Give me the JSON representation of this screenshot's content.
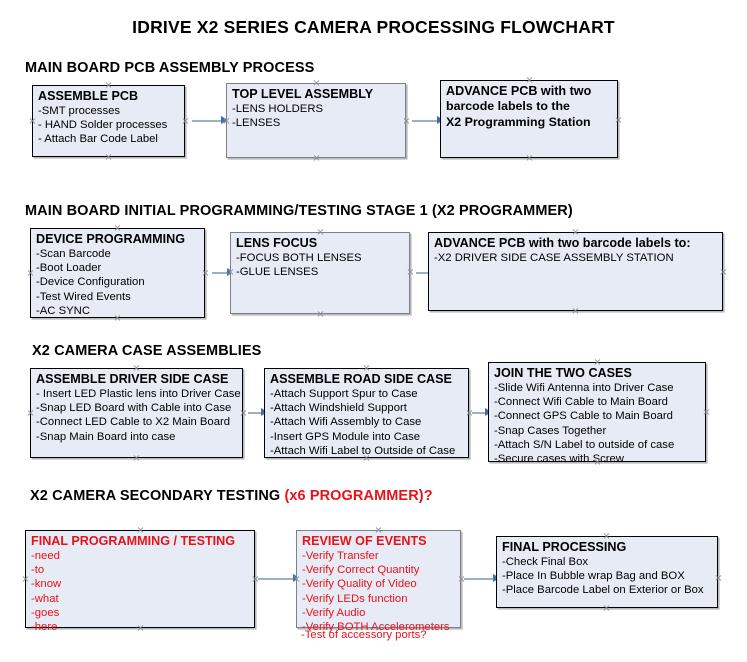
{
  "title": "IDRIVE X2  SERIES CAMERA PROCESSING FLOWCHART",
  "colors": {
    "box_fill": "#e6ebf6",
    "box_border": "#000000",
    "box_border_gray": "#7d8088",
    "red_text": "#e8121a",
    "connector": "#9bb1cb",
    "arrowhead": "#4472a8",
    "handle": "#8c8c94"
  },
  "sections": [
    {
      "id": "pcb-assembly",
      "heading": "MAIN BOARD PCB ASSEMBLY PROCESS",
      "heading_red": "",
      "nodes": [
        {
          "id": "assemble-pcb",
          "title": "ASSEMBLE PCB",
          "lines": [
            "-SMT processes",
            "- HAND Solder processes",
            "- Attach Bar Code Label"
          ],
          "bold_lines": false,
          "red": false,
          "border": "black"
        },
        {
          "id": "top-level-assembly",
          "title": "TOP LEVEL ASSEMBLY",
          "lines": [
            "-LENS HOLDERS",
            "-LENSES"
          ],
          "bold_lines": false,
          "red": false,
          "border": "gray"
        },
        {
          "id": "advance-pcb-programming-station",
          "title": "ADVANCE PCB with two",
          "lines": [
            "barcode labels to the",
            " X2 Programming Station"
          ],
          "bold_lines": true,
          "red": false,
          "border": "black"
        }
      ]
    },
    {
      "id": "initial-programming",
      "heading": "MAIN BOARD INITIAL PROGRAMMING/TESTING STAGE 1 (X2 PROGRAMMER)",
      "heading_red": "",
      "nodes": [
        {
          "id": "device-programming",
          "title": "DEVICE PROGRAMMING",
          "lines": [
            "-Scan Barcode",
            "-Boot Loader",
            "-Device Configuration",
            "-Test Wired Events",
            "-AC SYNC"
          ],
          "bold_lines": false,
          "red": false,
          "border": "black"
        },
        {
          "id": "lens-focus",
          "title": "LENS FOCUS",
          "lines": [
            "-FOCUS BOTH LENSES",
            "-GLUE LENSES"
          ],
          "bold_lines": false,
          "red": false,
          "border": "gray"
        },
        {
          "id": "advance-pcb-driver-side-station",
          "title": "ADVANCE PCB with two barcode labels to:",
          "lines": [
            "-X2 DRIVER  SIDE  CASE  ASSEMBLY STATION"
          ],
          "bold_lines": false,
          "red": false,
          "border": "black"
        }
      ]
    },
    {
      "id": "case-assemblies",
      "heading": "X2 CAMERA CASE ASSEMBLIES",
      "heading_red": "",
      "nodes": [
        {
          "id": "assemble-driver-side-case",
          "title": "ASSEMBLE DRIVER SIDE CASE",
          "lines": [
            "- Insert LED Plastic lens into Driver Case",
            "-Snap LED Board with Cable into Case",
            "-Connect LED Cable to X2 Main Board",
            "-Snap Main Board into case"
          ],
          "bold_lines": false,
          "red": false,
          "border": "black"
        },
        {
          "id": "assemble-road-side-case",
          "title": "ASSEMBLE ROAD SIDE CASE",
          "lines": [
            "-Attach Support Spur to Case",
            "-Attach Windshield Support",
            "-Attach Wifi Assembly to Case",
            "-Insert GPS Module into Case",
            "-Attach Wifi Label to Outside of Case"
          ],
          "bold_lines": false,
          "red": false,
          "border": "black"
        },
        {
          "id": "join-the-two-cases",
          "title": "JOIN THE TWO CASES",
          "lines": [
            "-Slide Wifi Antenna into Driver Case",
            "-Connect Wifi Cable to Main Board",
            "-Connect GPS Cable to Main Board",
            "-Snap Cases Together",
            "-Attach S/N Label to outside of case",
            "-Secure cases with Screw"
          ],
          "bold_lines": false,
          "red": false,
          "border": "black"
        }
      ]
    },
    {
      "id": "secondary-testing",
      "heading": "X2 CAMERA SECONDARY TESTING ",
      "heading_red": "(x6 PROGRAMMER)?",
      "nodes": [
        {
          "id": "final-programming-testing",
          "title": "FINAL PROGRAMMING / TESTING",
          "lines": [
            "-need",
            "-to",
            "-know",
            "-what",
            "-goes",
            "-here"
          ],
          "bold_lines": false,
          "red": true,
          "border": "black"
        },
        {
          "id": "review-of-events",
          "title": "REVIEW OF EVENTS",
          "lines": [
            "-Verify Transfer",
            "-Verify Correct Quantity",
            "-Verify Quality of Video",
            "-Verify LEDs function",
            "-Verify Audio",
            "-Verify BOTH Accelerometers"
          ],
          "overflow_line": "-Test of accessory ports?",
          "bold_lines": false,
          "red": true,
          "border": "gray"
        },
        {
          "id": "final-processing",
          "title": "FINAL PROCESSING",
          "lines": [
            " -Check Final Box",
            "-Place In Bubble wrap Bag and BOX",
            "-Place Barcode Label on Exterior or Box"
          ],
          "bold_lines": false,
          "red": false,
          "border": "black"
        }
      ]
    }
  ]
}
